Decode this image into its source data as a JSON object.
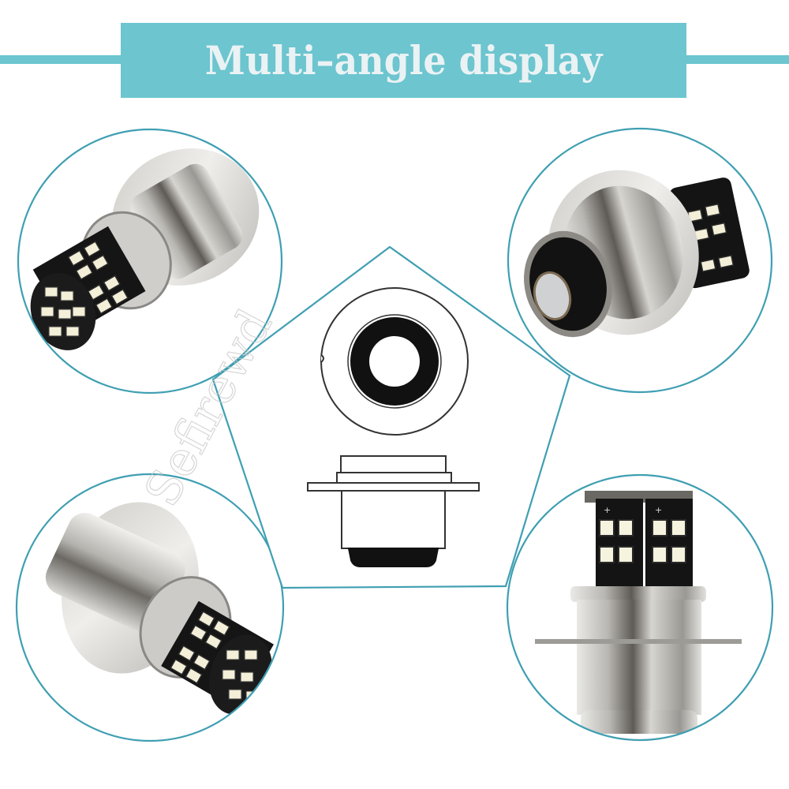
{
  "header": {
    "title": "Multi–angle display"
  },
  "theme": {
    "banner_color": "#6cc5cf",
    "banner_text_color": "#eaf2f4",
    "outline_color": "#3f9fb2"
  },
  "views": [
    {
      "id": "view-top-left",
      "description": "LED bulb angled view, LED head facing lower-left"
    },
    {
      "id": "view-top-right",
      "description": "LED bulb rear view showing metal base contact"
    },
    {
      "id": "view-bottom-left",
      "description": "LED bulb angled view, LED head facing lower-right"
    },
    {
      "id": "view-bottom-right",
      "description": "LED bulb upright side view"
    }
  ],
  "center_diagram": {
    "description": "P26S base outline drawing: top view and side profile"
  },
  "watermark": "Sefirewd"
}
